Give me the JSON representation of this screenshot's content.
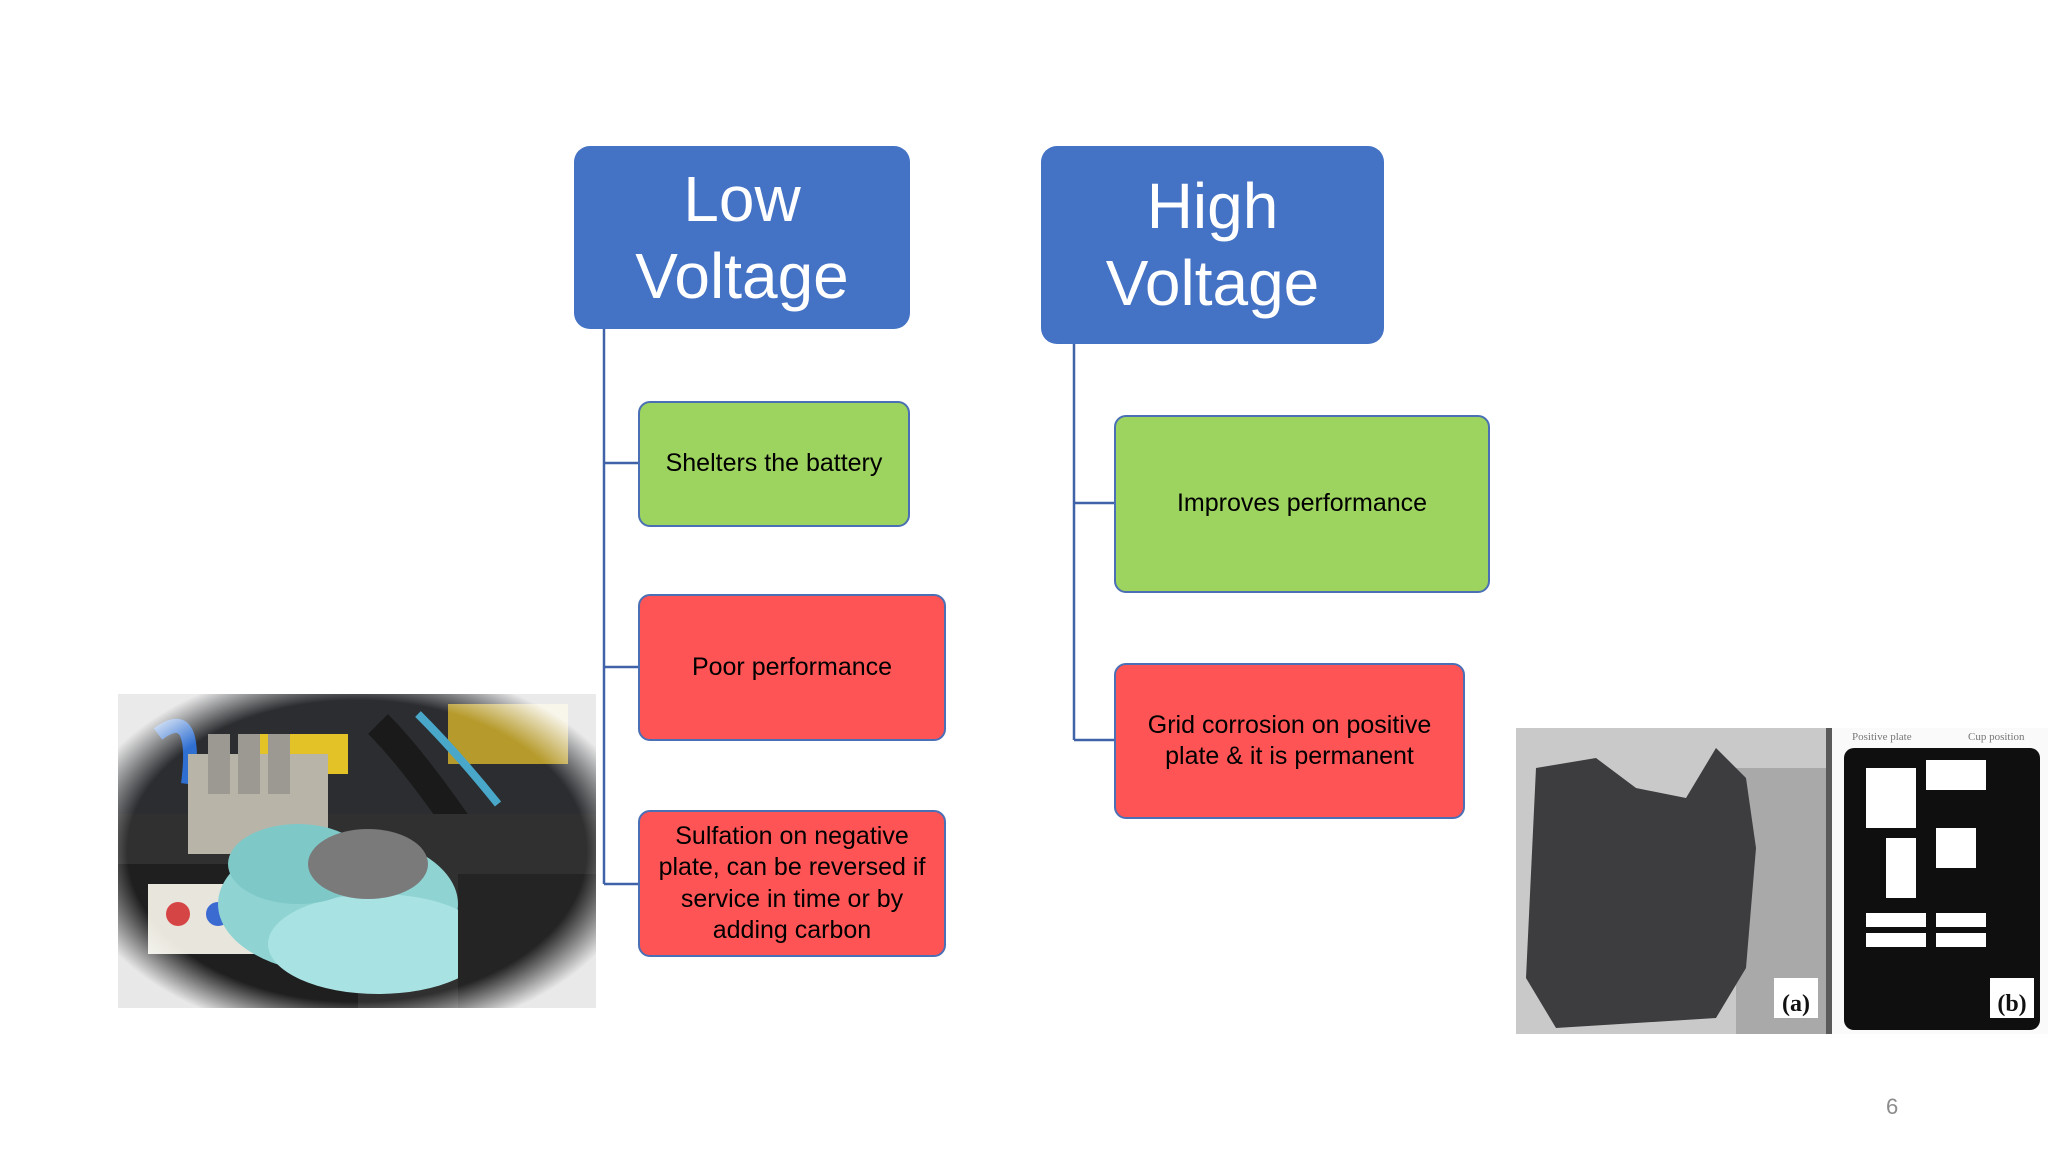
{
  "slide": {
    "page_number": "6"
  },
  "low_voltage": {
    "title": "Low\nVoltage",
    "items": [
      {
        "label": "Shelters the battery",
        "kind": "positive"
      },
      {
        "label": "Poor performance",
        "kind": "negative"
      },
      {
        "label": "Sulfation on negative\nplate, can be reversed if\nservice in time or by\nadding carbon",
        "kind": "negative"
      }
    ]
  },
  "high_voltage": {
    "title": "High\nVoltage",
    "items": [
      {
        "label": "Improves performance",
        "kind": "positive"
      },
      {
        "label": "Grid corrosion on positive\nplate & it is permanent",
        "kind": "negative"
      }
    ]
  },
  "photos": {
    "plates_label_a": "(a)",
    "plates_label_b": "(b)",
    "plates_caption_left": "Positive plate",
    "plates_caption_right": "Cup position"
  },
  "colors": {
    "header_blue": "#4472c4",
    "positive_green": "#9dd35f",
    "negative_red": "#ff5455",
    "connector": "#3f62a8"
  }
}
